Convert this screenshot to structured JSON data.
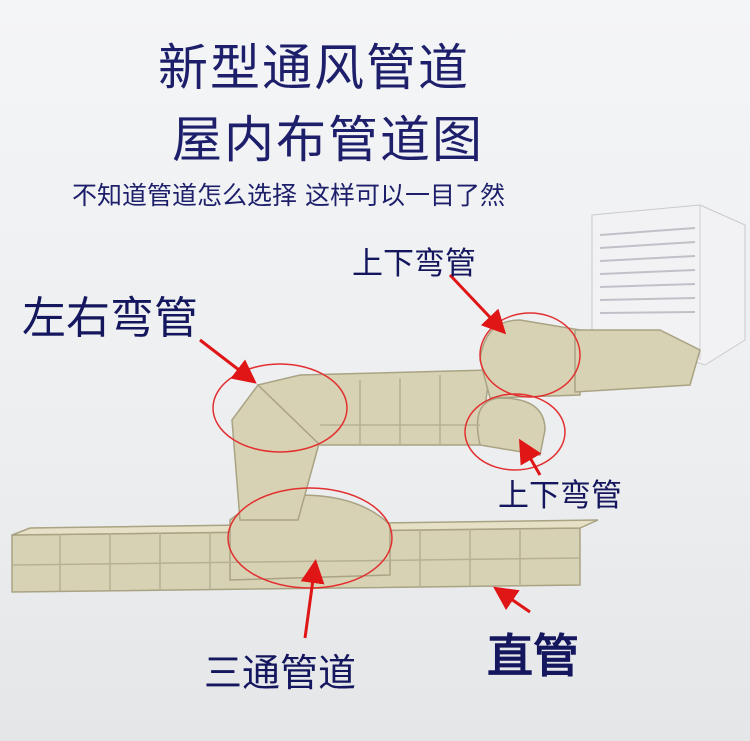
{
  "header": {
    "title_line1": "新型通风管道",
    "title_line2": "屋内布管道图",
    "subtitle": "不知道管道怎么选择 这样可以一目了然"
  },
  "labels": {
    "up_down_elbow_top": "上下弯管",
    "left_right_elbow": "左右弯管",
    "up_down_elbow_bottom": "上下弯管",
    "tee_duct": "三通管道",
    "straight_duct": "直管"
  },
  "colors": {
    "title": "#1d1f6b",
    "duct": "#d8d2b4",
    "arrow": "#e01515",
    "circle": "#e23030"
  }
}
